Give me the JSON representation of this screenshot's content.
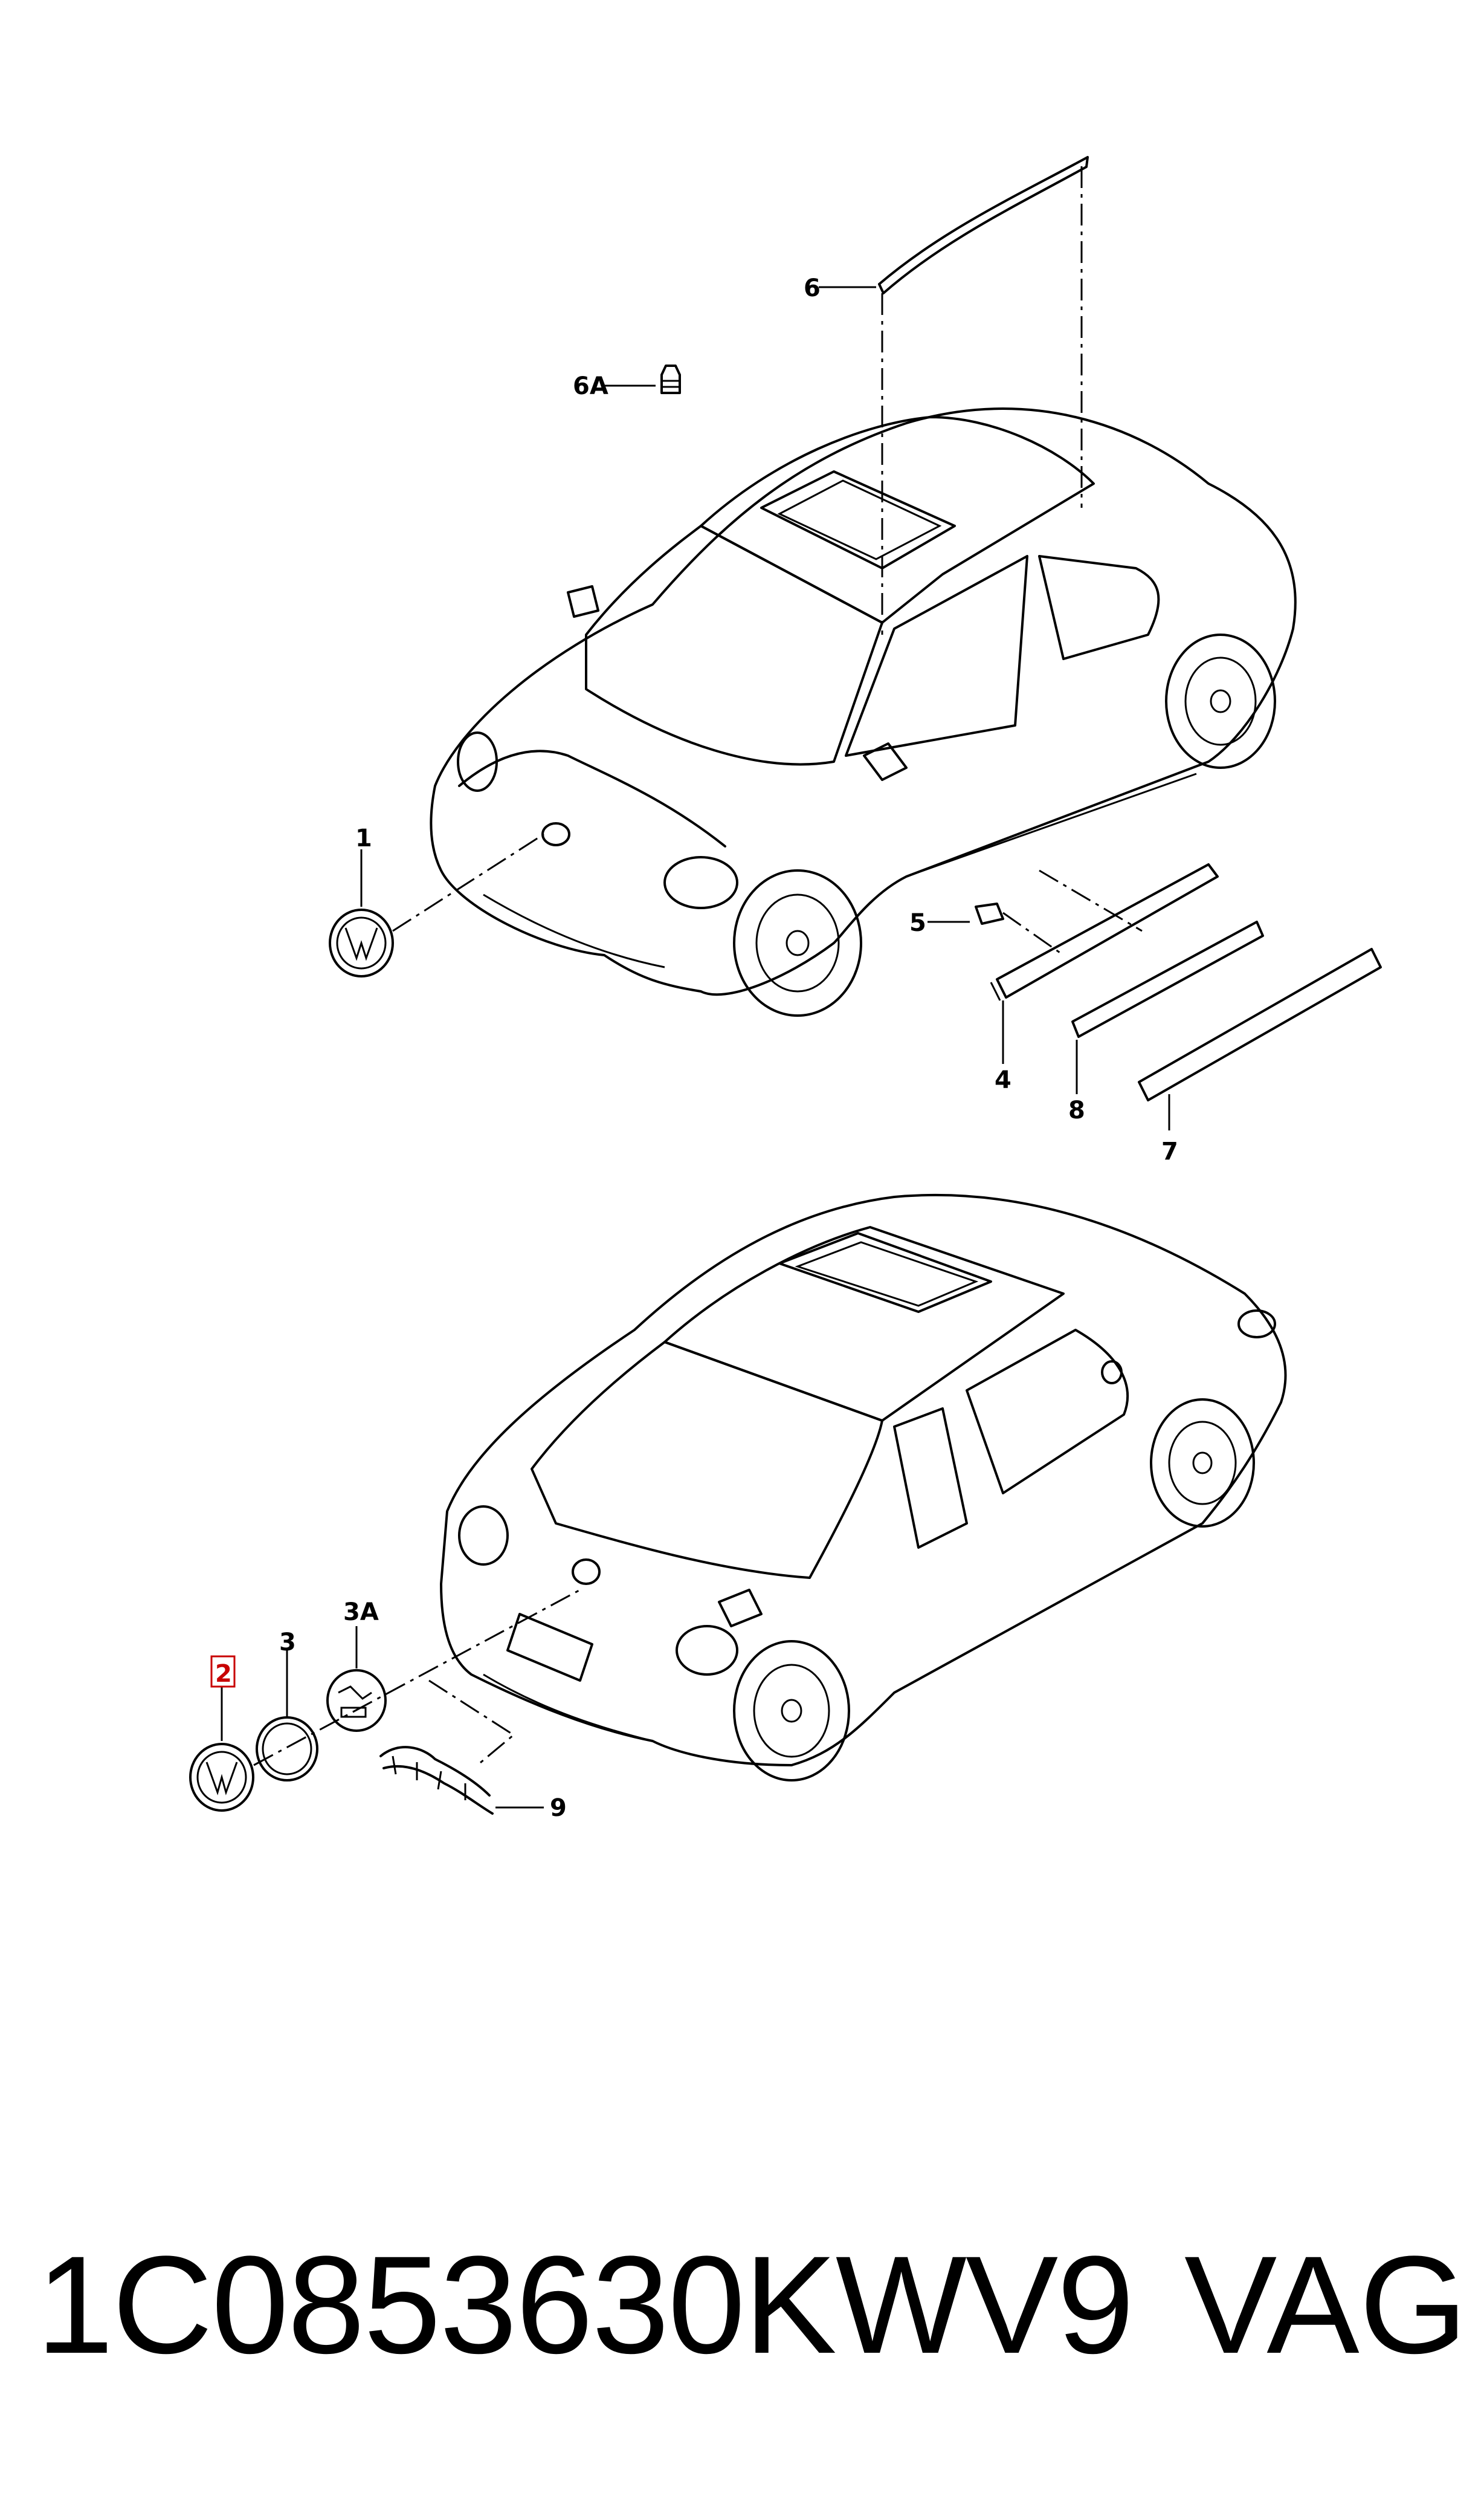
{
  "callouts": {
    "c1": "1",
    "c2": "2",
    "c3": "3",
    "c3a": "3A",
    "c4": "4",
    "c5": "5",
    "c6": "6",
    "c6a": "6A",
    "c7": "7",
    "c8": "8",
    "c9": "9"
  },
  "highlight": {
    "callout": "2",
    "color": "#c80000"
  },
  "footer": {
    "part_number": "1C0853630KWV9",
    "brand": "VAG"
  }
}
